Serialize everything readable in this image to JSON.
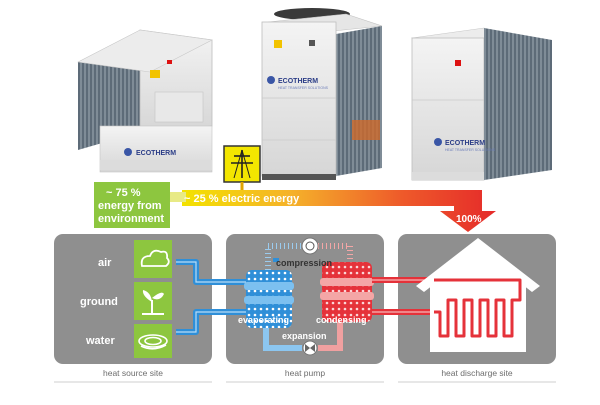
{
  "brand": {
    "name": "ECOTHERM",
    "tagline": "HEAT TRANSFER SOLUTIONS"
  },
  "energy": {
    "environment_line1": "~ 75 %",
    "environment_line2": "energy from",
    "environment_line3": "environment",
    "electric": "~ 25 % electric energy",
    "total": "100%"
  },
  "sources": [
    "air",
    "ground",
    "water"
  ],
  "cycle": {
    "compression": "compression",
    "evaporating": "evaporating",
    "condensing": "condensing",
    "expansion": "expansion"
  },
  "sites": {
    "source": "heat source site",
    "pump": "heat pump",
    "discharge": "heat discharge site"
  },
  "colors": {
    "green": "#8dc63f",
    "panel_gray": "#8f8f8f",
    "cold_blue": "#2f8fd8",
    "hot_red": "#e5323a",
    "arrow_orange": "#f28a30"
  }
}
